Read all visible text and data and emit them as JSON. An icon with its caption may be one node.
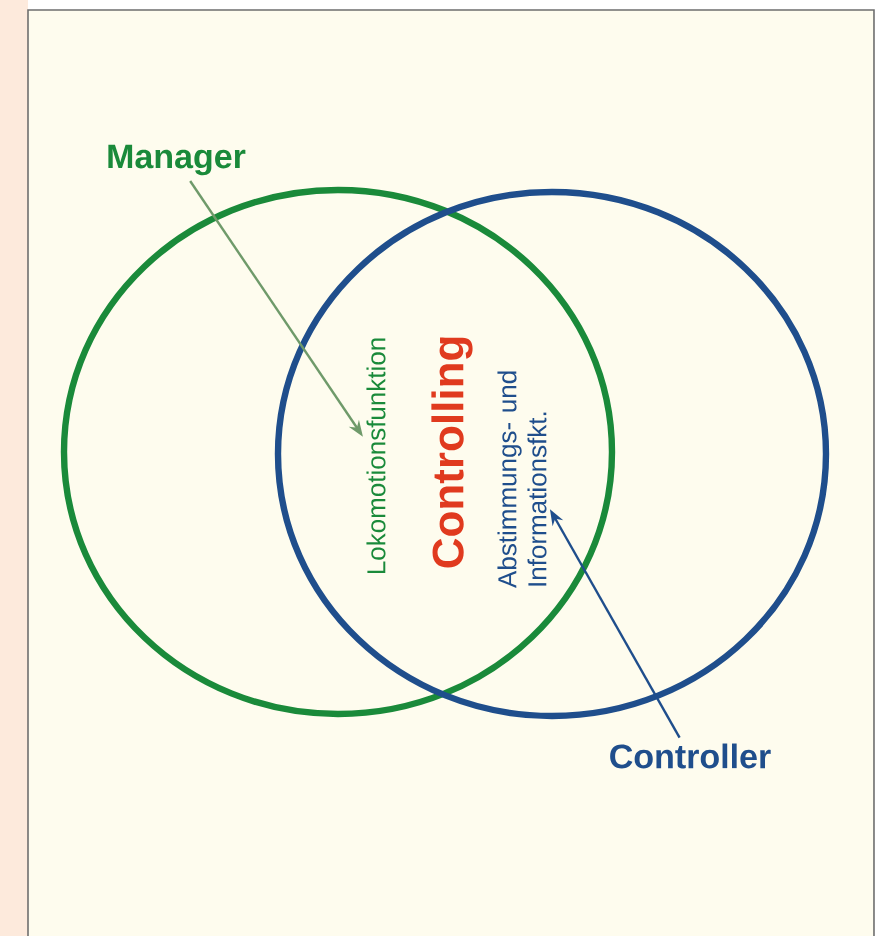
{
  "diagram": {
    "nodes": [
      {
        "text": [
          "Manager"
        ]
      },
      {
        "text": [
          "Lokomotionsfunktion"
        ]
      },
      {
        "text": [
          "Controller"
        ]
      },
      {
        "text": [
          "Abstimmungs- und Informationsfkt."
        ]
      }
    ],
    "edges": [
      {
        "from": 0,
        "to": 1,
        "arrow": "to",
        "color": "#6f9a6a"
      },
      {
        "from": 2,
        "to": 3,
        "arrow": "to",
        "color": "#1f4e8c"
      }
    ],
    "labels": [
      "Controlling"
    ]
  }
}
